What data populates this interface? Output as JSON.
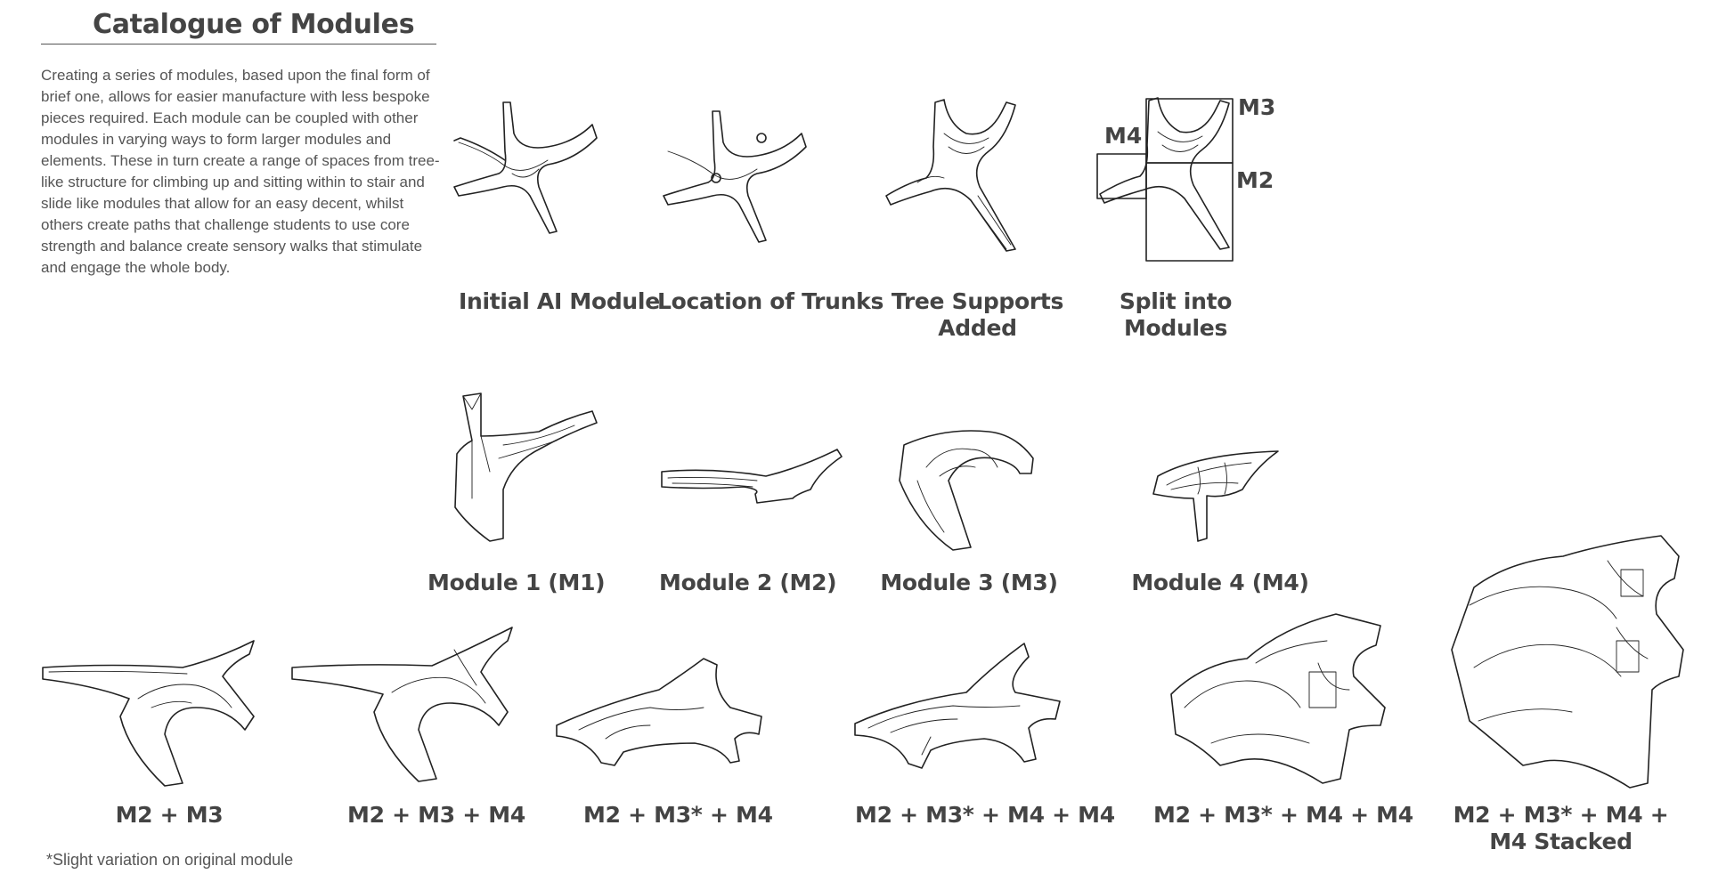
{
  "page": {
    "title": "Catalogue of Modules",
    "intro": "Creating a series of modules, based upon the final form of brief one, allows for easier manufacture with less bespoke pieces required. Each module can be coupled with other modules in varying ways to form larger modules and elements. These in turn create a range of spaces from tree-like structure for climbing up and sitting within to stair and slide like modules that allow for an easy decent, whilst others create paths that challenge students to use core strength and balance create sensory walks that stimulate and engage the whole body.",
    "footnote": "*Slight variation on original module"
  },
  "process": [
    {
      "caption": "Initial AI Module"
    },
    {
      "caption": "Location of Trunks"
    },
    {
      "caption": "Tree Supports Added"
    },
    {
      "caption": "Split into Modules"
    }
  ],
  "split_labels": {
    "m3": "M3",
    "m4": "M4",
    "m2": "M2"
  },
  "modules": [
    {
      "caption": "Module 1 (M1)"
    },
    {
      "caption": "Module 2 (M2)"
    },
    {
      "caption": "Module 3 (M3)"
    },
    {
      "caption": "Module 4 (M4)"
    }
  ],
  "combinations": [
    {
      "caption": "M2 + M3"
    },
    {
      "caption": "M2 + M3 + M4"
    },
    {
      "caption": "M2 + M3* + M4"
    },
    {
      "caption": "M2 + M3* + M4 + M4"
    },
    {
      "caption": "M2 + M3* + M4 + M4"
    },
    {
      "caption": "M2 + M3* + M4 + M4 Stacked"
    }
  ]
}
